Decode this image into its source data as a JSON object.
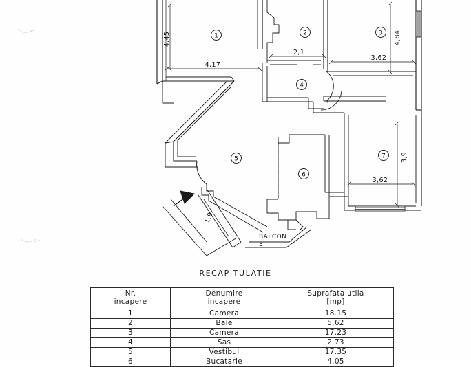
{
  "document": {
    "type": "floor-plan",
    "recap_title": "RECAPITULATIE"
  },
  "plan": {
    "rooms": [
      {
        "id": "1",
        "marker": "1"
      },
      {
        "id": "2",
        "marker": "2"
      },
      {
        "id": "3",
        "marker": "3"
      },
      {
        "id": "4",
        "marker": "4"
      },
      {
        "id": "5",
        "marker": "5"
      },
      {
        "id": "6",
        "marker": "6"
      },
      {
        "id": "7",
        "marker": "7"
      }
    ],
    "dimensions": {
      "room1_vertical": "4,45",
      "room1_horizontal": "4,17",
      "room2_horizontal": "2,1",
      "room3_vertical": "4,84",
      "room3_horizontal": "3,62",
      "room7_vertical": "3,9",
      "room7_horizontal": "3,62",
      "vestibul_diagonal": "1,9"
    },
    "balcony": {
      "label": "BALCON",
      "number": "3"
    }
  },
  "recap_table": {
    "headers": {
      "nr_line1": "Nr.",
      "nr_line2": "incapere",
      "name_line1": "Denumire",
      "name_line2": "incapere",
      "area_line1": "Suprafata utila",
      "area_line2": "[mp]"
    },
    "rows": [
      {
        "nr": "1",
        "name": "Camera",
        "area": "18.15"
      },
      {
        "nr": "2",
        "name": "Baie",
        "area": "5.62"
      },
      {
        "nr": "3",
        "name": "Camera",
        "area": "17.23"
      },
      {
        "nr": "4",
        "name": "Sas",
        "area": "2.73"
      },
      {
        "nr": "5",
        "name": "Vestibul",
        "area": "17.35"
      },
      {
        "nr": "6",
        "name": "Bucatarie",
        "area": "4.05"
      }
    ]
  },
  "colors": {
    "ink": "#1a1a1a",
    "paper": "#ffffff",
    "line": "#2a2a2a"
  }
}
